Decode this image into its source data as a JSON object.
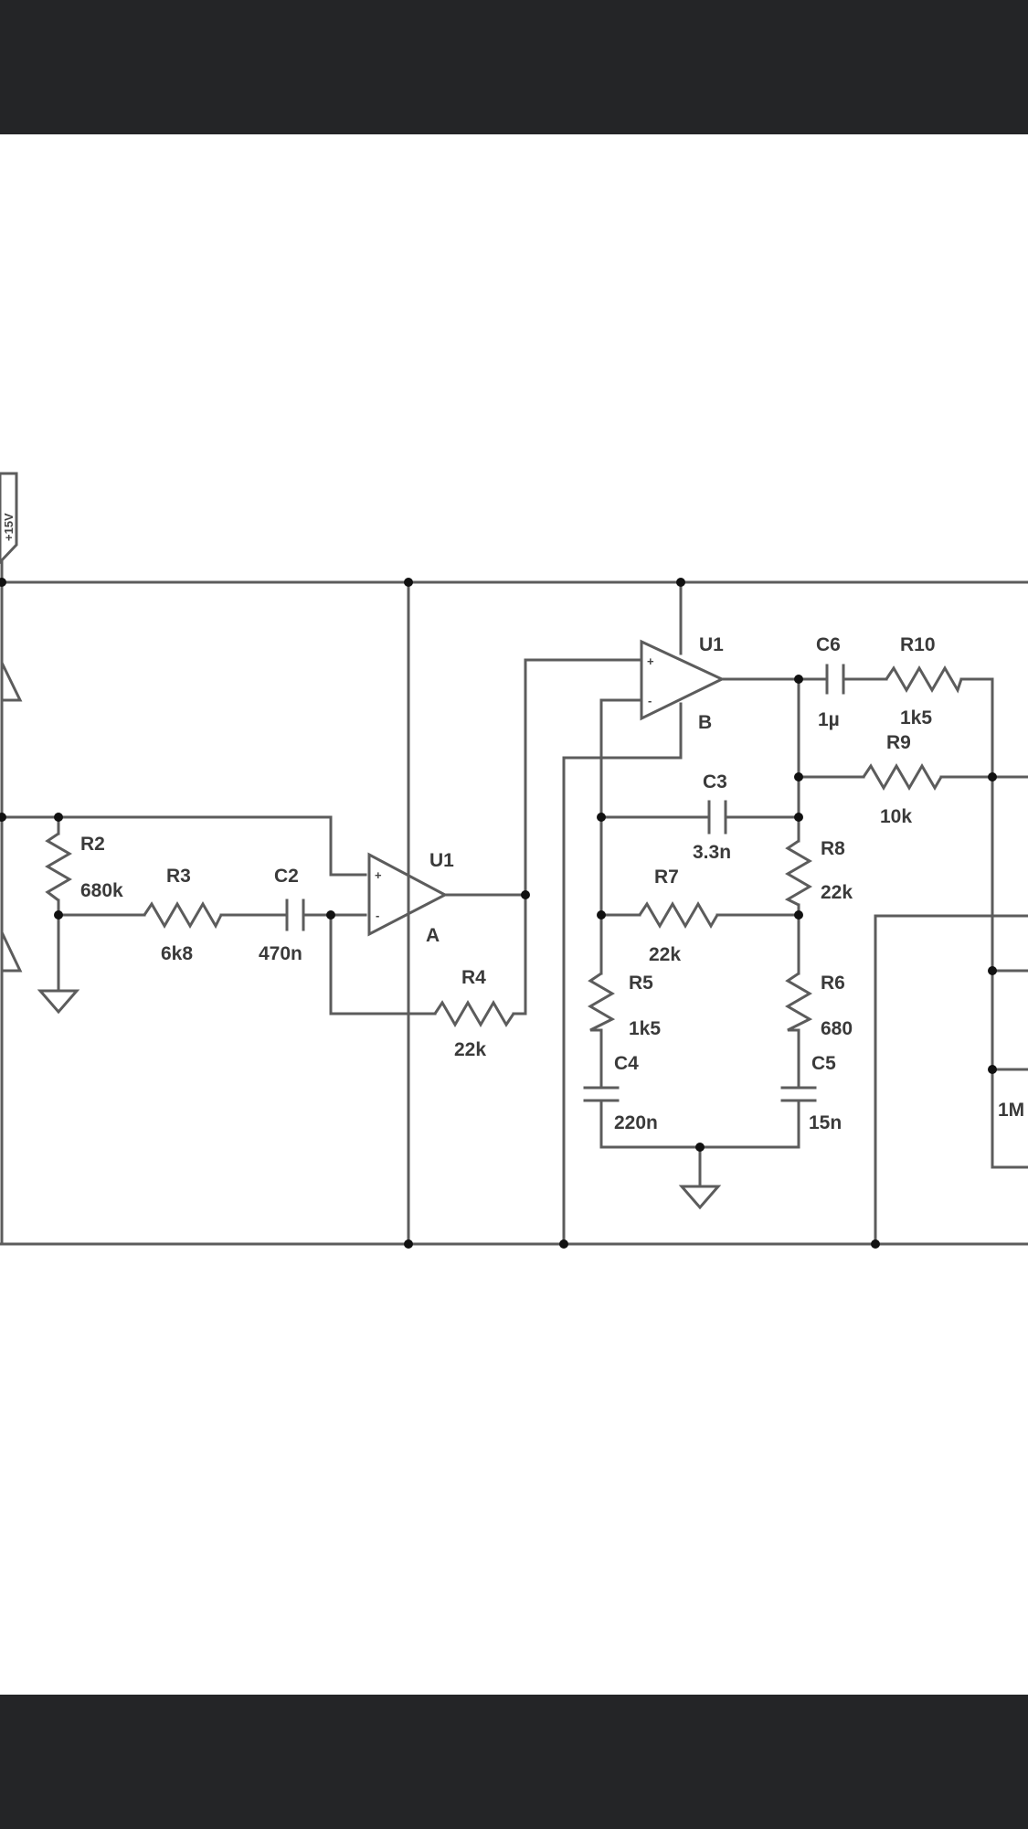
{
  "components": {
    "r2": {
      "ref": "R2",
      "value": "680k"
    },
    "r3": {
      "ref": "R3",
      "value": "6k8"
    },
    "c2": {
      "ref": "C2",
      "value": "470n"
    },
    "r4": {
      "ref": "R4",
      "value": "22k"
    },
    "u1a": {
      "ref": "U1",
      "section": "A"
    },
    "u1b": {
      "ref": "U1",
      "section": "B"
    },
    "c6": {
      "ref": "C6",
      "value": "1µ"
    },
    "r10": {
      "ref": "R10",
      "value": "1k5"
    },
    "r9": {
      "ref": "R9",
      "value": "10k"
    },
    "c3": {
      "ref": "C3",
      "value": "3.3n"
    },
    "r8": {
      "ref": "R8",
      "value": "22k"
    },
    "r7": {
      "ref": "R7",
      "value": "22k"
    },
    "r5": {
      "ref": "R5",
      "value": "1k5"
    },
    "r6": {
      "ref": "R6",
      "value": "680"
    },
    "c4": {
      "ref": "C4",
      "value": "220n"
    },
    "c5": {
      "ref": "C5",
      "value": "15n"
    },
    "partial_value": "1M",
    "supply_flag": "+15V"
  },
  "opamp_pins": {
    "plus": "+",
    "minus": "-"
  },
  "colors": {
    "bars": "#242527",
    "wire": "#5c5c5c",
    "text": "#3a3a3a",
    "junction": "#111111"
  }
}
